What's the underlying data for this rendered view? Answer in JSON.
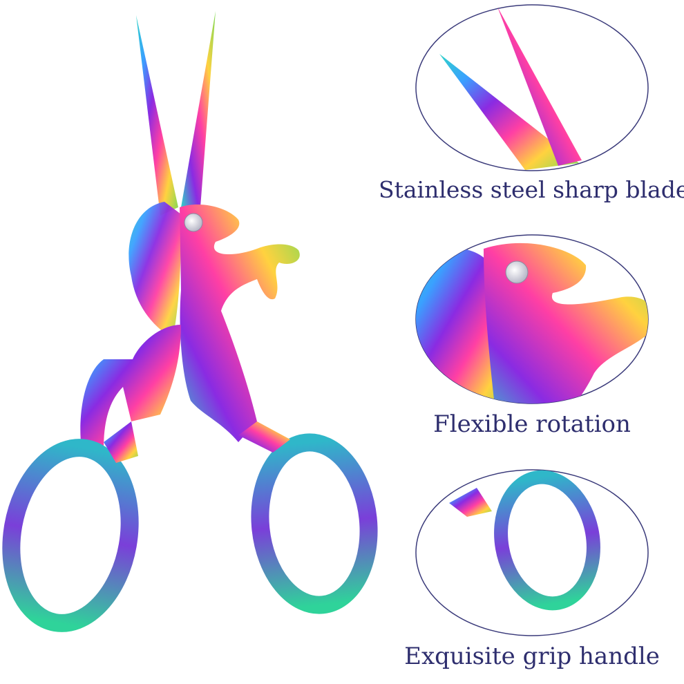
{
  "product": {
    "image": "unicode-scissors-photo",
    "gradient_colors": [
      "#2fd3c9",
      "#3aa0ff",
      "#8a2be2",
      "#ff3fa4",
      "#ffd23f",
      "#7ed957"
    ]
  },
  "callouts": [
    {
      "caption": "Stainless steel sharp blade",
      "detail": "blade-closeup"
    },
    {
      "caption": "Flexible rotation",
      "detail": "pivot-closeup"
    },
    {
      "caption": "Exquisite grip handle",
      "detail": "handle-closeup"
    }
  ],
  "colors": {
    "caption": "#2e2e6e",
    "ellipse_border": "#3a3a7a",
    "background": "#ffffff"
  }
}
